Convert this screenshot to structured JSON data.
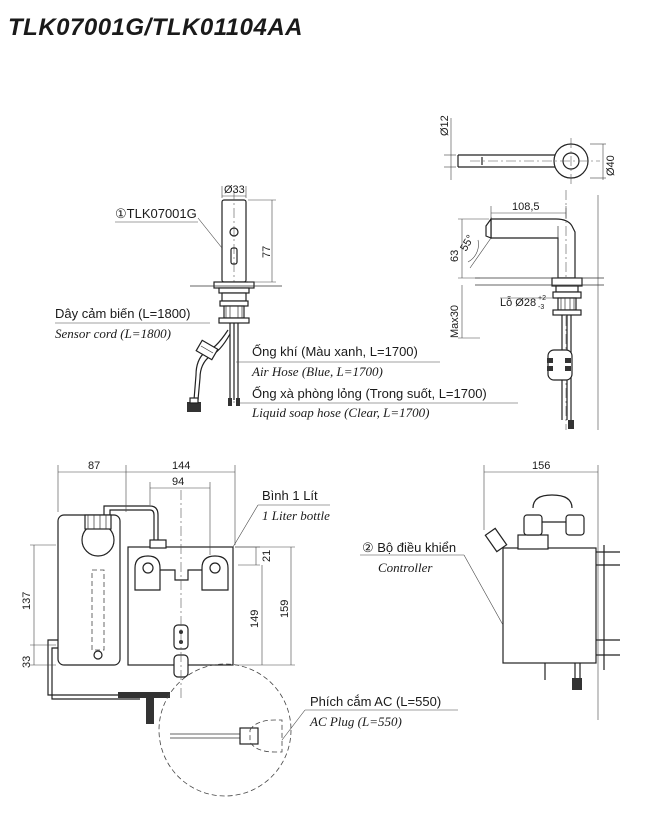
{
  "title": "TLK07001G/TLK01104AA",
  "labels": {
    "faucet_id": "①TLK07001G",
    "sensor_vi": "Dây cảm biến (L=1800)",
    "sensor_en": "Sensor cord (L=1800)",
    "air_vi": "Ống khí (Màu xanh, L=1700)",
    "air_en": "Air Hose (Blue, L=1700)",
    "soap_vi": "Ống xà phòng lỏng (Trong suốt, L=1700)",
    "soap_en": "Liquid soap hose (Clear, L=1700)",
    "bottle_vi": "Bình 1 Lít",
    "bottle_en": "1 Liter bottle",
    "controller_vi": "② Bộ điều khiển",
    "controller_en": "Controller",
    "plug_vi": "Phích cắm AC (L=550)",
    "plug_en": "AC Plug (L=550)",
    "hole": "Lỗ Ø28",
    "hole_tol_plus": "+2",
    "hole_tol_minus": "-3"
  },
  "dimensions": {
    "d33": "Ø33",
    "d77": "77",
    "d12": "Ø12",
    "d40": "Ø40",
    "d108_5": "108,5",
    "d55deg": "55°",
    "d63": "63",
    "dmax30": "Max30",
    "d87": "87",
    "d144": "144",
    "d94": "94",
    "d21": "21",
    "d137": "137",
    "d33b": "33",
    "d149": "149",
    "d159": "159",
    "d156": "156"
  },
  "colors": {
    "line": "#222222",
    "background": "#ffffff"
  }
}
